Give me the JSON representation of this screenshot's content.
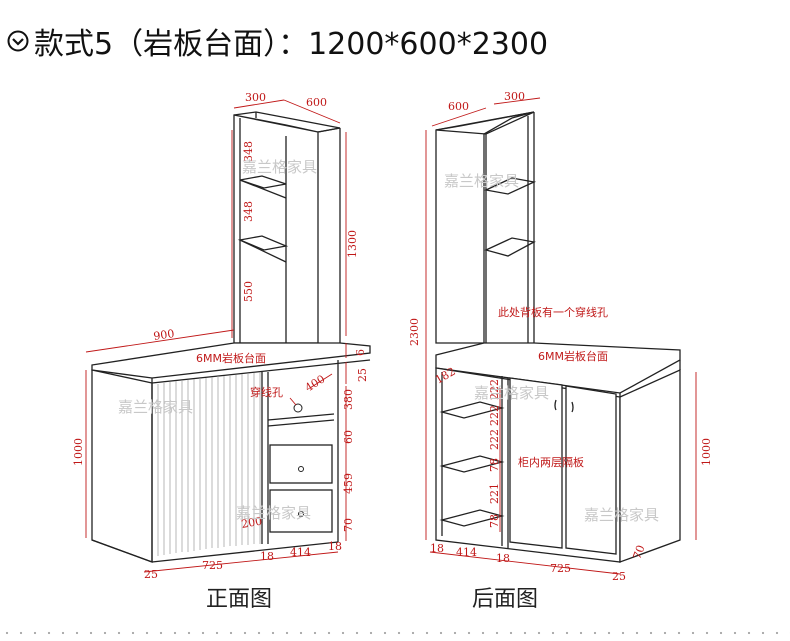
{
  "title": "款式5（岩板台面）：1200*600*2300",
  "icons": {
    "title_icon": "chevron-down-circle-icon"
  },
  "watermark": "嘉兰格家具",
  "front": {
    "caption": "正面图",
    "dims": {
      "top_width": "300",
      "top_depth": "600",
      "shelf1": "348",
      "shelf2": "348",
      "shelf3": "550",
      "tower_height": "1300",
      "counter_width": "900",
      "top_thickness": "6",
      "gap_25": "25",
      "niche_depth": "400",
      "niche_height": "380",
      "drawer_gap": "60",
      "drawer_height": "459",
      "base_height": "70",
      "total_height": "1000",
      "side_25": "25",
      "cabinet_725": "725",
      "panel_18a": "18",
      "niche_width": "414",
      "panel_18b": "18",
      "depth_200": "200"
    },
    "notes": {
      "slab": "6MM岩板台面",
      "wire_hole": "穿线孔"
    }
  },
  "back": {
    "caption": "后面图",
    "dims": {
      "top_depth": "600",
      "top_width": "300",
      "total_height": "2300",
      "d182": "182",
      "d222a": "222",
      "d222b": "222",
      "d222c": "222",
      "d78a": "78",
      "d221": "221",
      "d78b": "78",
      "height_1000": "1000",
      "base_70": "70",
      "b18a": "18",
      "b414": "414",
      "b18b": "18",
      "b725": "725",
      "b25": "25"
    },
    "notes": {
      "back_hole": "此处背板有一个穿线孔",
      "slab": "6MM岩板台面",
      "partition": "柜内两层隔板"
    }
  }
}
